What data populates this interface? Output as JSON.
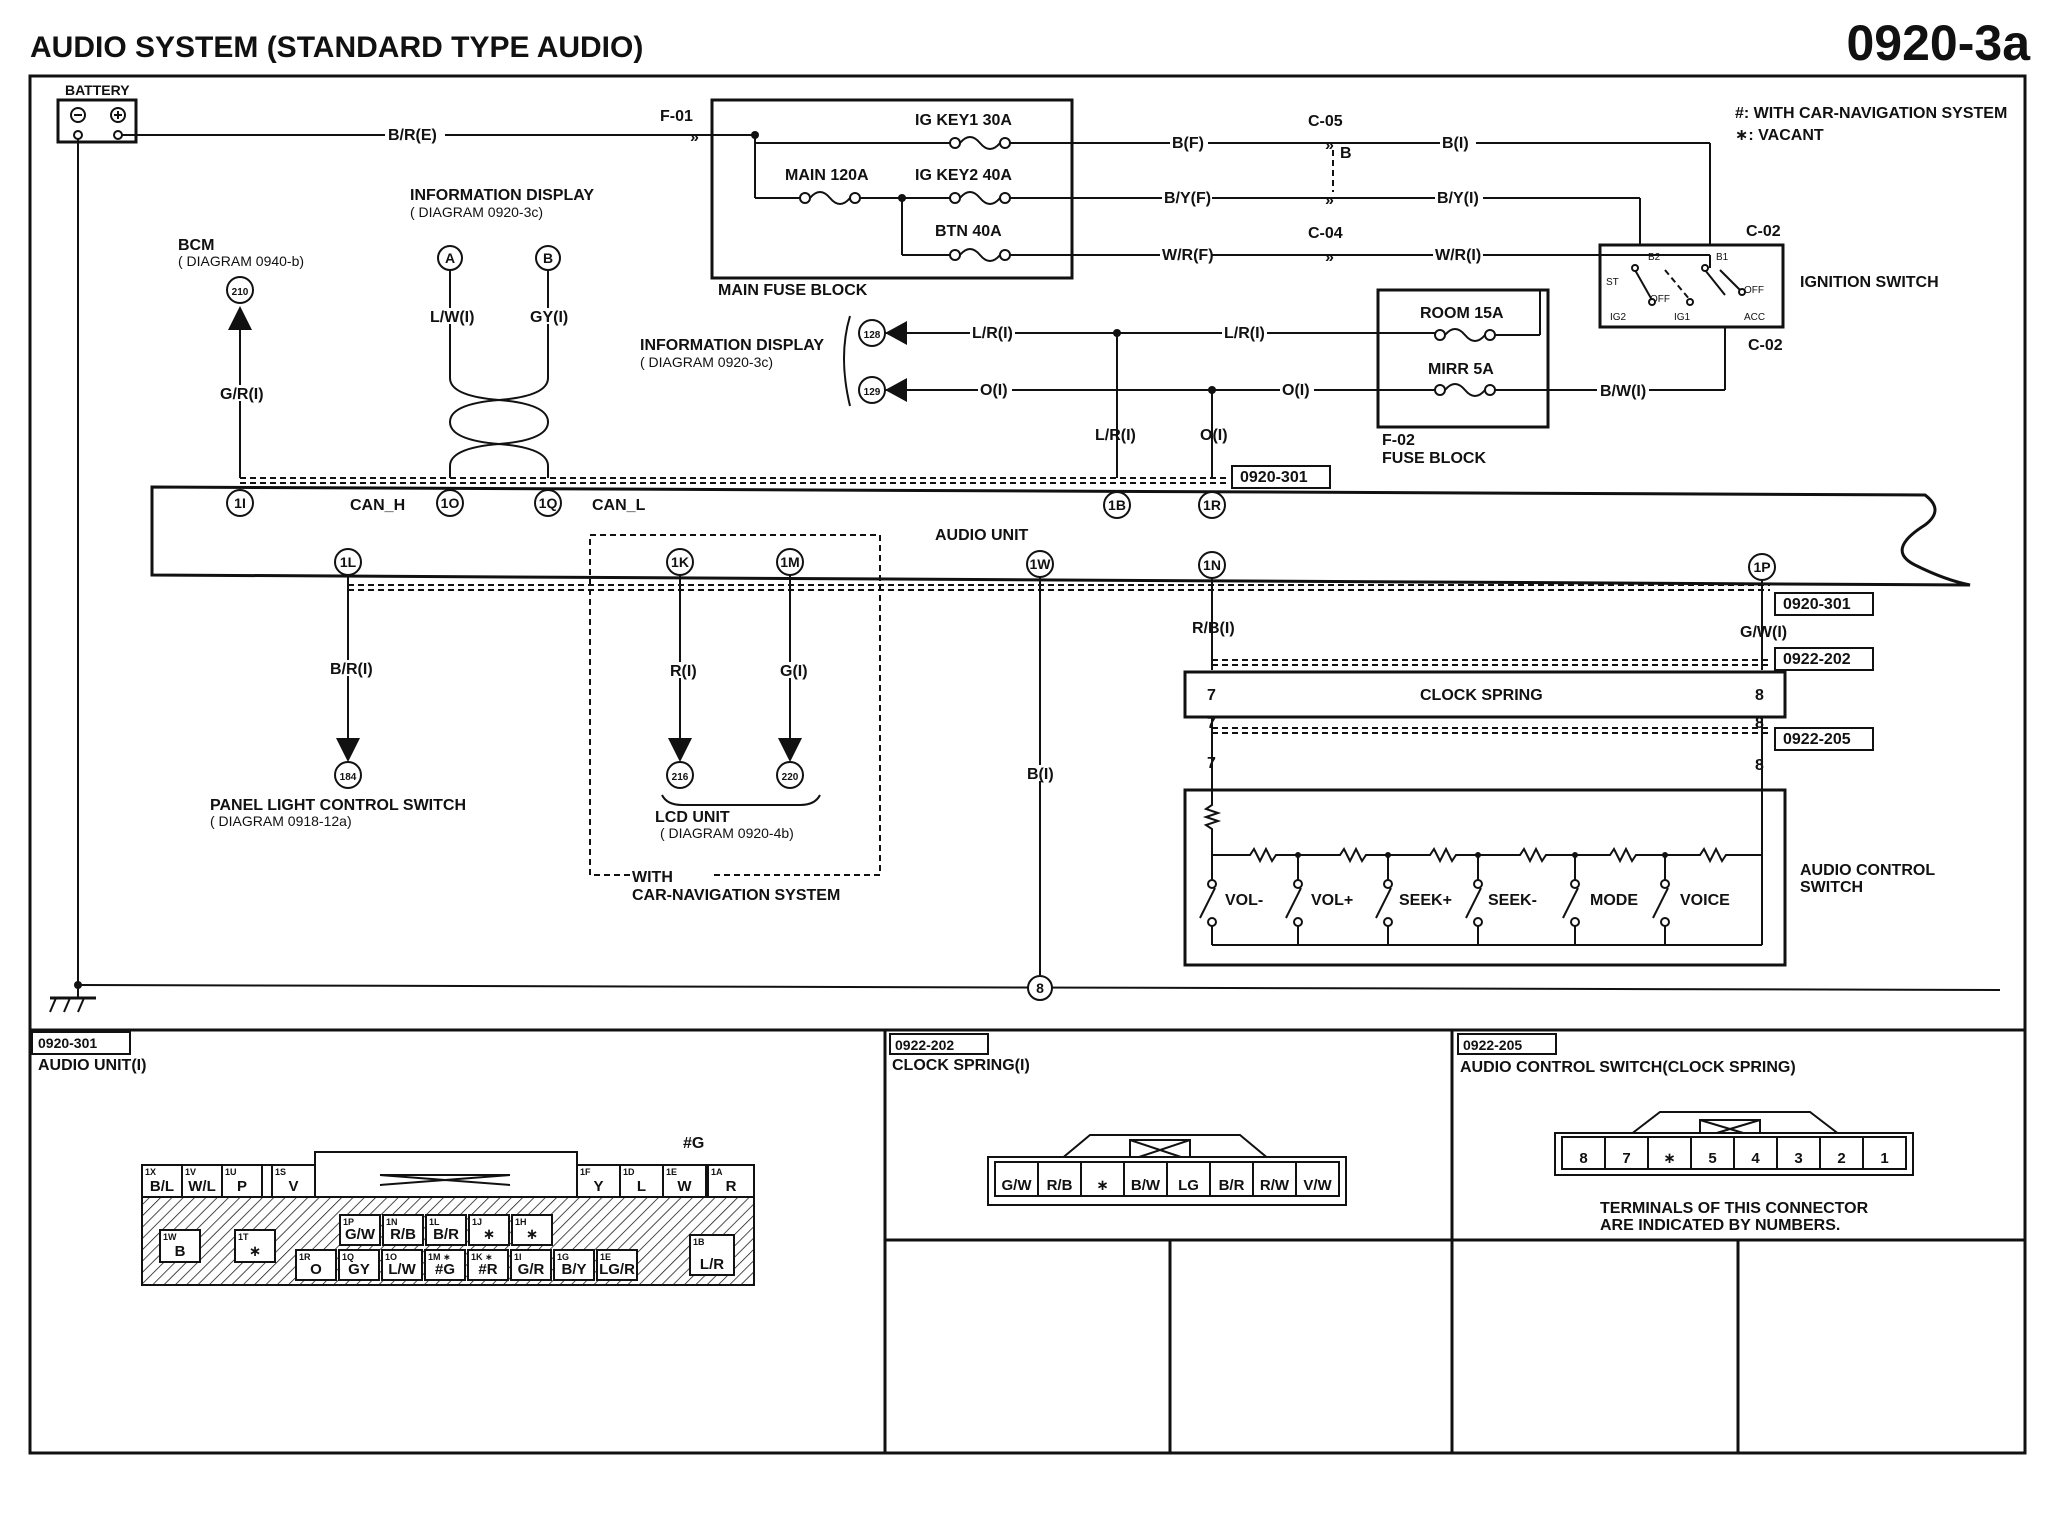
{
  "header": {
    "title": "AUDIO SYSTEM (STANDARD TYPE AUDIO)",
    "code": "0920-3a"
  },
  "legend": {
    "nav": "#: WITH CAR-NAVIGATION SYSTEM",
    "vacant": "∗: VACANT"
  },
  "components": {
    "battery": "BATTERY",
    "main_fuse_block": "MAIN FUSE BLOCK",
    "fuses": {
      "ig_key1": "IG KEY1 30A",
      "main": "MAIN 120A",
      "ig_key2": "IG KEY2 40A",
      "btn": "BTN 40A",
      "room": "ROOM 15A",
      "mirr": "MIRR 5A"
    },
    "f02_code": "F-02",
    "f02_name": "FUSE BLOCK",
    "ignition_switch": "IGNITION SWITCH",
    "ign_terms": {
      "b2": "B2",
      "b1": "B1",
      "st": "ST",
      "off": "OFF",
      "ig2": "IG2",
      "ig1": "IG1",
      "acc": "ACC"
    },
    "audio_unit": "AUDIO UNIT",
    "clock_spring": "CLOCK SPRING",
    "audio_control_switch": [
      "AUDIO CONTROL",
      "SWITCH"
    ],
    "bcm": "BCM",
    "bcm_diagram": "( DIAGRAM 0940-b)",
    "info_display": "INFORMATION DISPLAY",
    "info_display_diagram": "( DIAGRAM 0920-3c)",
    "panel_light": "PANEL LIGHT CONTROL SWITCH",
    "panel_light_diagram": "( DIAGRAM 0918-12a)",
    "lcd_unit": "LCD UNIT",
    "lcd_unit_diagram": "( DIAGRAM 0920-4b)",
    "with_nav": [
      "WITH",
      "CAR-NAVIGATION SYSTEM"
    ],
    "switches": [
      "VOL-",
      "VOL+",
      "SEEK+",
      "SEEK-",
      "MODE",
      "VOICE"
    ]
  },
  "connectors": {
    "f01": "F-01",
    "c05": "C-05",
    "c05_b": "B",
    "c04": "C-04",
    "c02_top": "C-02",
    "c02_bot": "C-02",
    "ref_301": "0920-301",
    "ref_301b": "0920-301",
    "ref_202": "0922-202",
    "ref_205": "0922-205"
  },
  "wires": {
    "br_e": "B/R(E)",
    "b_f": "B(F)",
    "b_i": "B(I)",
    "by_f": "B/Y(F)",
    "by_i": "B/Y(I)",
    "wr_f": "W/R(F)",
    "wr_i": "W/R(I)",
    "lr_i1": "L/R(I)",
    "lr_i2": "L/R(I)",
    "lr_i3": "L/R(I)",
    "o_i1": "O(I)",
    "o_i2": "O(I)",
    "o_i3": "O(I)",
    "bw_i": "B/W(I)",
    "gr_i": "G/R(I)",
    "lw_i": "L/W(I)",
    "gy_i": "GY(I)",
    "br_i": "B/R(I)",
    "r_i": "R(I)",
    "g_i": "G(I)",
    "b_i2": "B(I)",
    "rb_i": "R/B(I)",
    "gw_i": "G/W(I)",
    "can_h": "CAN_H",
    "can_l": "CAN_L"
  },
  "pins": {
    "p1i": "1I",
    "p1o": "1O",
    "p1q": "1Q",
    "p1b": "1B",
    "p1r": "1R",
    "p1l": "1L",
    "p1k": "1K",
    "p1m": "1M",
    "p1w": "1W",
    "p1n": "1N",
    "p1p": "1P",
    "t7a": "7",
    "t8a": "8",
    "t7b": "7",
    "t8b": "8",
    "t7c": "7",
    "t8c": "8"
  },
  "refs": {
    "r210": "210",
    "r128": "128",
    "r129": "129",
    "r184": "184",
    "r216": "216",
    "r220": "220",
    "rA": "A",
    "rB": "B",
    "g8": "8"
  },
  "bottom": {
    "audio_unit_conn": {
      "code": "0920-301",
      "title": "AUDIO UNIT(I)",
      "note": "#G",
      "top_row": [
        [
          "1X",
          "B/L"
        ],
        [
          "1V",
          "W/L"
        ],
        [
          "1U",
          "P"
        ],
        [
          "1S",
          "V"
        ],
        [
          "1F",
          "Y"
        ],
        [
          "1D",
          "L"
        ],
        [
          "1E",
          "W"
        ],
        [
          "1A",
          "R"
        ]
      ],
      "mid_row": [
        [
          "1P",
          "G/W"
        ],
        [
          "1N",
          "R/B"
        ],
        [
          "1L",
          "B/R"
        ],
        [
          "1J",
          "∗"
        ],
        [
          "1H",
          "∗"
        ]
      ],
      "bot_row": [
        [
          "1R",
          "O"
        ],
        [
          "1Q",
          "GY"
        ],
        [
          "1O",
          "L/W"
        ],
        [
          "1M ∗",
          "#G"
        ],
        [
          "1K ∗",
          "#R"
        ],
        [
          "1I",
          "G/R"
        ],
        [
          "1G",
          "B/Y"
        ],
        [
          "1E",
          "LG/R"
        ]
      ],
      "left_pins": [
        [
          "1W",
          "B"
        ],
        [
          "1T",
          "∗"
        ]
      ],
      "right_pin": [
        "1B",
        "L/R"
      ]
    },
    "clock_spring_conn": {
      "code": "0922-202",
      "title": "CLOCK SPRING(I)",
      "cells": [
        "G/W",
        "R/B",
        "∗",
        "B/W",
        "LG",
        "B/R",
        "R/W",
        "V/W"
      ]
    },
    "audio_switch_conn": {
      "code": "0922-205",
      "title": "AUDIO CONTROL SWITCH(CLOCK SPRING)",
      "cells": [
        "8",
        "7",
        "∗",
        "5",
        "4",
        "3",
        "2",
        "1"
      ],
      "note": [
        "TERMINALS OF THIS CONNECTOR",
        "ARE INDICATED BY NUMBERS."
      ]
    }
  }
}
